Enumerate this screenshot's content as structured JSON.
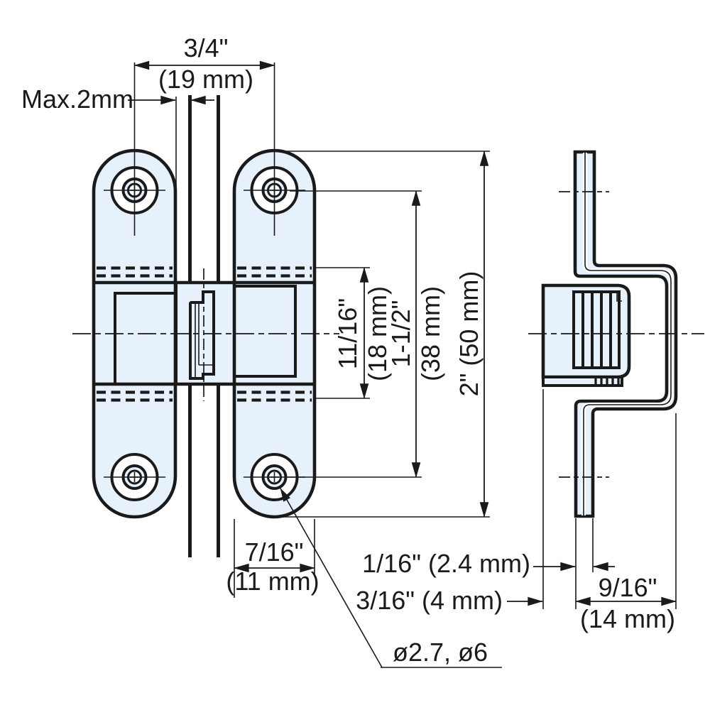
{
  "drawing": {
    "description": "Concealed hinge technical drawing, front view and side view with dimensions",
    "labels": {
      "width_top": "3/4\"",
      "width_top_mm": "(19 mm)",
      "gap_max": "Max.2mm",
      "mortise_height": "11/16\"",
      "mortise_height_mm": "(18 mm)",
      "hole_pitch": "1-1/2\"",
      "hole_pitch_mm": "(38 mm)",
      "total_height": "2\" (50 mm)",
      "leaf_width": "7/16\"",
      "leaf_width_mm": "(11 mm)",
      "plate_thickness": "1/16\" (2.4 mm)",
      "body_offset": "3/16\" (4 mm)",
      "body_depth": "9/16\"",
      "body_depth_mm": "(14 mm)",
      "hole_diameters": "ø2.7, ø6"
    },
    "colors": {
      "line": "#1a1a1a",
      "metal_fill": "#e6f1fb",
      "background": "#ffffff"
    }
  }
}
